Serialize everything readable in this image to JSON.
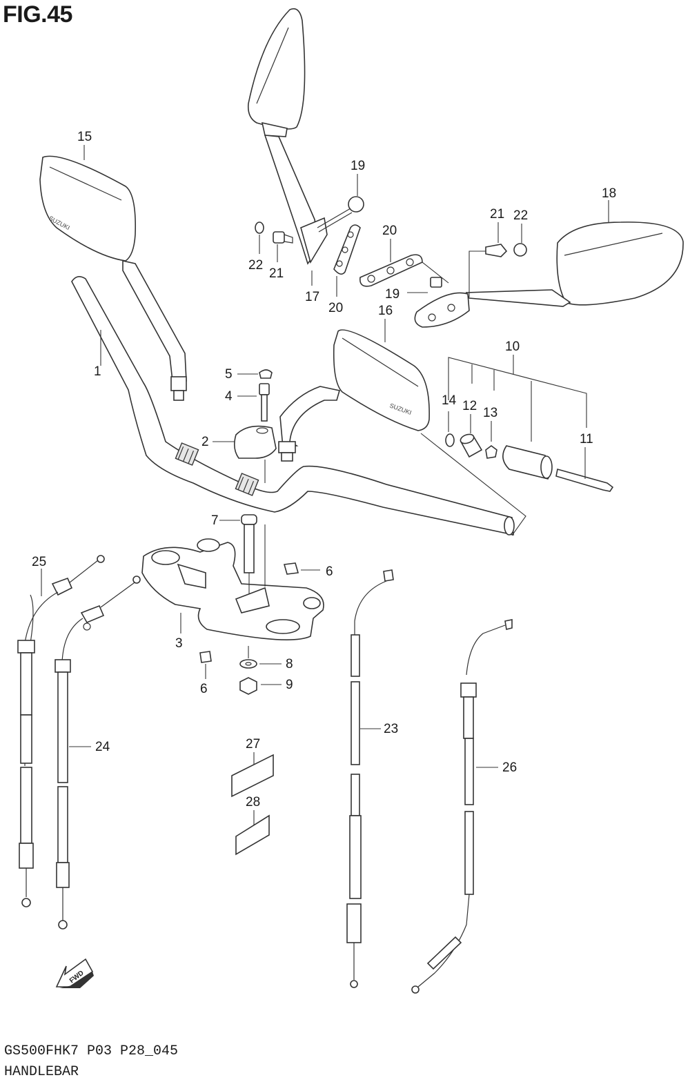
{
  "figure_title": "FIG.45",
  "footer": {
    "model_code": "GS500FHK7  P03 P28_045",
    "section_name": "HANDLEBAR"
  },
  "fwd_text": "FWD",
  "brand_text": "SUZUKI",
  "callouts": {
    "p1": "1",
    "p2": "2",
    "p3": "3",
    "p4": "4",
    "p5": "5",
    "p6a": "6",
    "p6b": "6",
    "p7": "7",
    "p8": "8",
    "p9": "9",
    "p10": "10",
    "p11": "11",
    "p12": "12",
    "p13": "13",
    "p14": "14",
    "p15": "15",
    "p16": "16",
    "p17": "17",
    "p18": "18",
    "p19a": "19",
    "p19b": "19",
    "p20a": "20",
    "p20b": "20",
    "p21a": "21",
    "p21b": "21",
    "p22a": "22",
    "p22b": "22",
    "p23": "23",
    "p24": "24",
    "p25": "25",
    "p26": "26",
    "p27": "27",
    "p28": "28"
  }
}
